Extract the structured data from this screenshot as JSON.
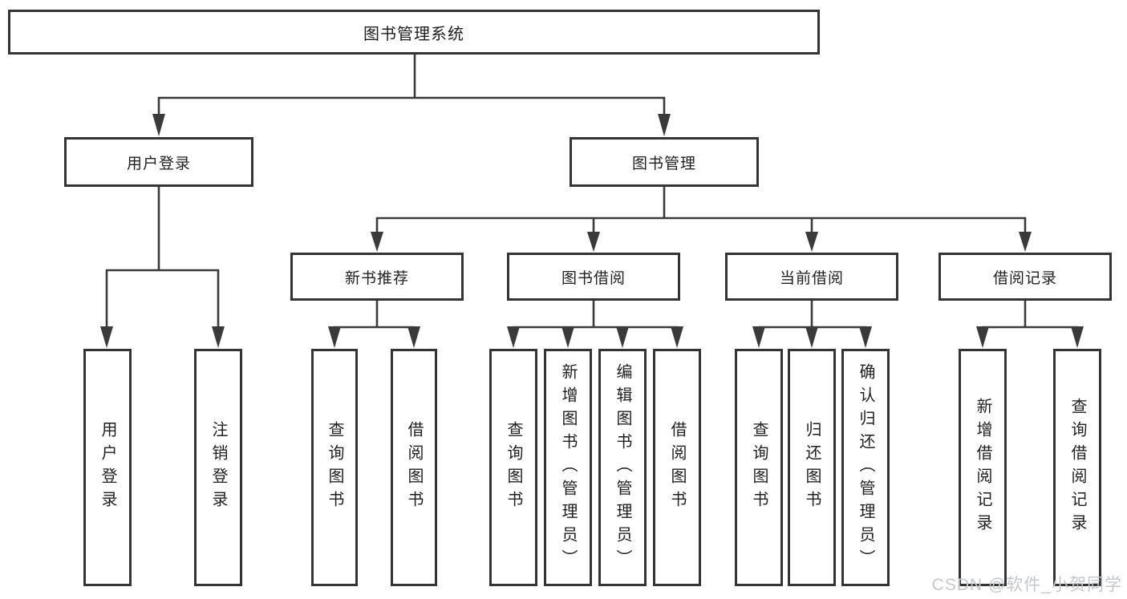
{
  "tree": {
    "label": "图书管理系统",
    "children": [
      {
        "label": "用户登录",
        "children": [
          {
            "label": "用户登录"
          },
          {
            "label": "注销登录"
          }
        ]
      },
      {
        "label": "图书管理",
        "children": [
          {
            "label": "新书推荐",
            "children": [
              {
                "label": "查询图书"
              },
              {
                "label": "借阅图书"
              }
            ]
          },
          {
            "label": "图书借阅",
            "children": [
              {
                "label": "查询图书"
              },
              {
                "label": "新增图书（管理员）"
              },
              {
                "label": "编辑图书（管理员）"
              },
              {
                "label": "借阅图书"
              }
            ]
          },
          {
            "label": "当前借阅",
            "children": [
              {
                "label": "查询图书"
              },
              {
                "label": "归还图书"
              },
              {
                "label": "确认归还（管理员）"
              }
            ]
          },
          {
            "label": "借阅记录",
            "children": [
              {
                "label": "新增借阅记录"
              },
              {
                "label": "查询借阅记录"
              }
            ]
          }
        ]
      }
    ]
  },
  "watermark": {
    "text": "CSDN @软件_小贺同学"
  },
  "colors": {
    "line": "#3a3a3a",
    "box_border": "#343434",
    "box_fill": "#ffffff",
    "text": "#1f1f1f",
    "watermark": "#c4c8cb",
    "background": "#ffffff"
  }
}
